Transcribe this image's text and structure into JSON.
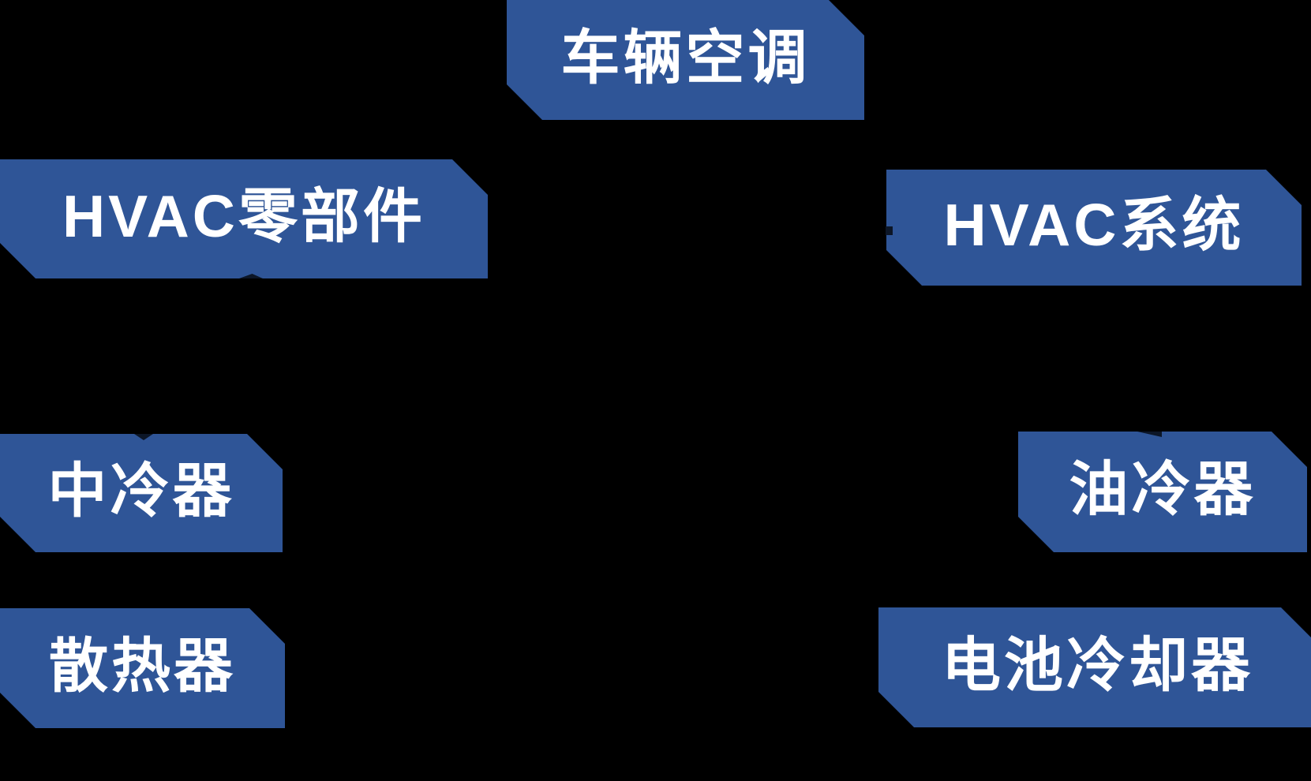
{
  "diagram": {
    "type": "radial-topic-diagram",
    "background_color": "#000000",
    "node_fill_color": "#2F5597",
    "node_text_color": "#FFFFFF",
    "connector_tip_color": "#0C1627",
    "nodes": [
      {
        "id": "vehicle-ac",
        "label": "车辆空调"
      },
      {
        "id": "hvac-parts",
        "label": "HVAC零部件"
      },
      {
        "id": "hvac-system",
        "label": "HVAC系统"
      },
      {
        "id": "intercooler",
        "label": "中冷器"
      },
      {
        "id": "oil-cooler",
        "label": "油冷器"
      },
      {
        "id": "radiator",
        "label": "散热器"
      },
      {
        "id": "battery-cooler",
        "label": "电池冷却器"
      }
    ]
  }
}
